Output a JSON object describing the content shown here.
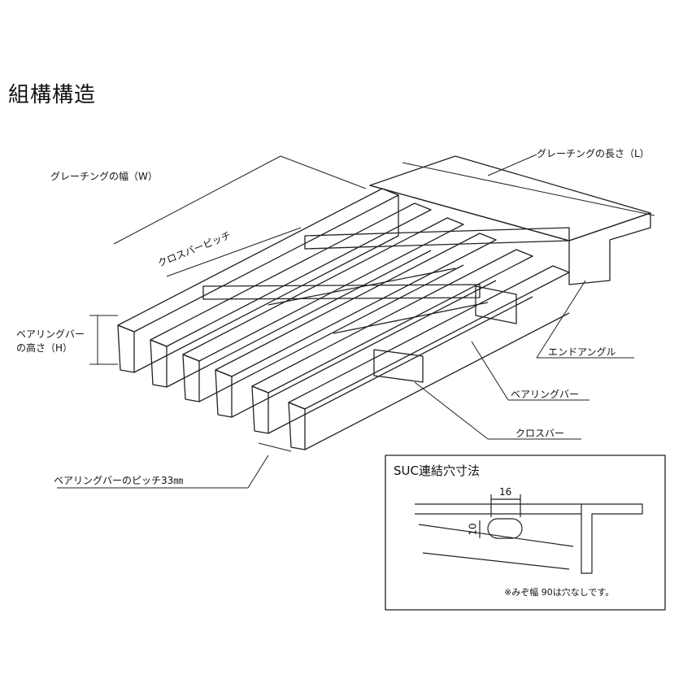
{
  "title": "組構構造",
  "labels": {
    "width": "グレーチングの幅（W）",
    "length": "グレーチングの長さ（L）",
    "cross_bar_pitch": "クロスバーピッチ",
    "bearing_bar_height_line1": "ベアリングバー",
    "bearing_bar_height_line2": "の高さ（H）",
    "end_angle": "エンドアングル",
    "bearing_bar": "ベアリングバー",
    "cross_bar": "クロスバー",
    "bearing_bar_pitch": "ベアリングバーのピッチ33㎜"
  },
  "inset": {
    "title": "SUC連結穴寸法",
    "dim_width": "16",
    "dim_height": "10",
    "note": "※みぞ幅 90は穴なしです。"
  }
}
